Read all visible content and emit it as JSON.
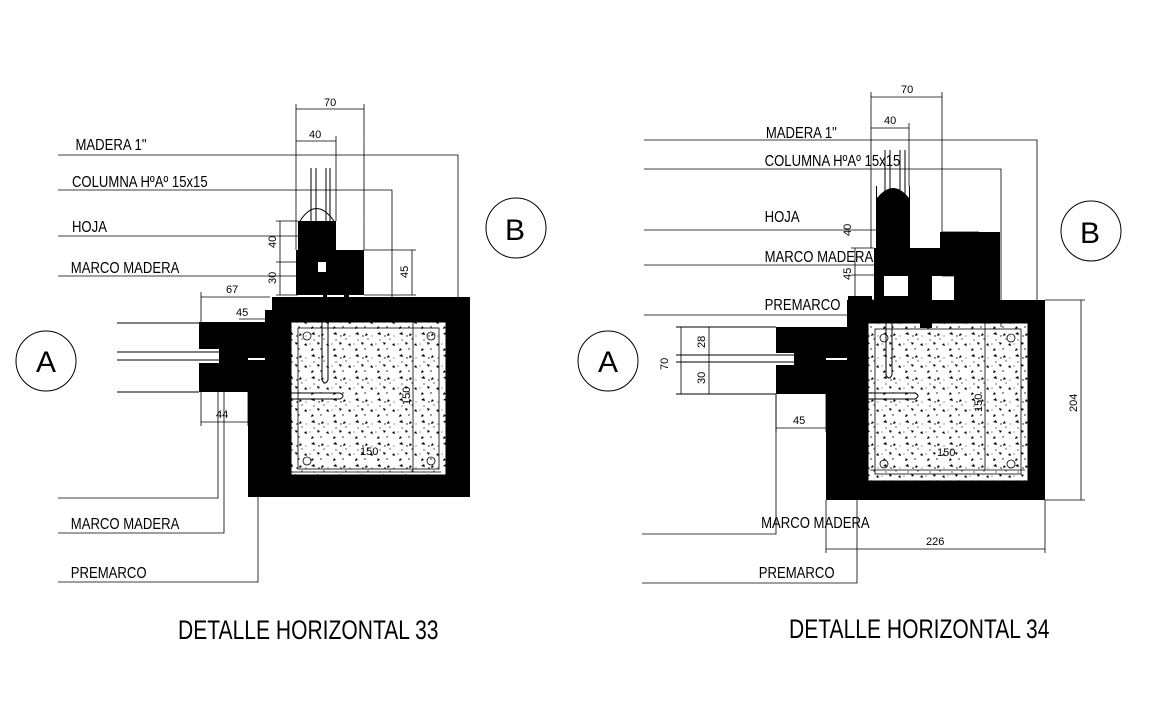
{
  "detail_33": {
    "title": "DETALLE HORIZONTAL 33",
    "labels": {
      "madera": "MADERA 1\"",
      "columna": "COLUMNA HºAº 15x15",
      "hoja": "HOJA",
      "marco_top": "MARCO MADERA",
      "marco_bottom": "MARCO MADERA",
      "premarco": "PREMARCO"
    },
    "bubbles": {
      "a": "A",
      "b": "B"
    },
    "dims": {
      "d70": "70",
      "d40": "40",
      "d67": "67",
      "d45h": "45",
      "d40v": "40",
      "d30v": "30",
      "d45v": "45",
      "d44": "44",
      "d150v": "150",
      "d150h": "150"
    }
  },
  "detail_34": {
    "title": "DETALLE HORIZONTAL 34",
    "labels": {
      "madera": "MADERA 1\"",
      "columna": "COLUMNA HºAº 15x15",
      "hoja": "HOJA",
      "marco_top": "MARCO MADERA",
      "premarco_top": "PREMARCO",
      "marco_bottom": "MARCO MADERA",
      "premarco": "PREMARCO"
    },
    "bubbles": {
      "a": "A",
      "b": "B"
    },
    "dims": {
      "d70": "70",
      "d40": "40",
      "d40v": "40",
      "d45v": "45",
      "d45r": "45",
      "d70v": "70",
      "d28": "28",
      "d30": "30",
      "d45b": "45",
      "d150v": "150",
      "d150h": "150",
      "d204": "204",
      "d226": "226"
    }
  },
  "colors": {
    "ink": "#000000",
    "background": "#ffffff"
  }
}
